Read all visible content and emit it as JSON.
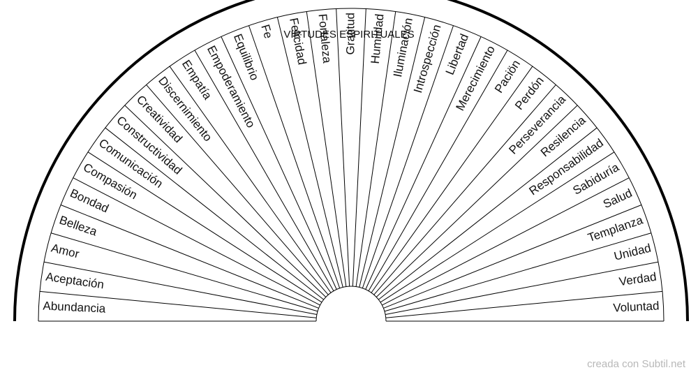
{
  "chart": {
    "title": "VIRTUDES ESPIRITUALES",
    "sectors": [
      "Abundancia",
      "Aceptación",
      "Amor",
      "Belleza",
      "Bondad",
      "Compasión",
      "Comunicación",
      "Constructividad",
      "Creatividad",
      "Discernimiento",
      "Empatía",
      "Empoderamiento",
      "Equilibrio",
      "Fe",
      "Felicidad",
      "Fortaleza",
      "Gratitud",
      "Humildad",
      "Iluminación",
      "Introspección",
      "Libertad",
      "Merecimiento",
      "Paciön",
      "Perdón",
      "Perseverancia",
      "Resilencia",
      "Responsabilidad",
      "Sabiduría",
      "Salud",
      "Templanza",
      "Unidad",
      "Verdad",
      "Voluntad"
    ],
    "colors": {
      "line": "#000000",
      "text": "#111111",
      "background": "#ffffff"
    }
  },
  "footer": {
    "credit": "creada con Subtil.net"
  }
}
